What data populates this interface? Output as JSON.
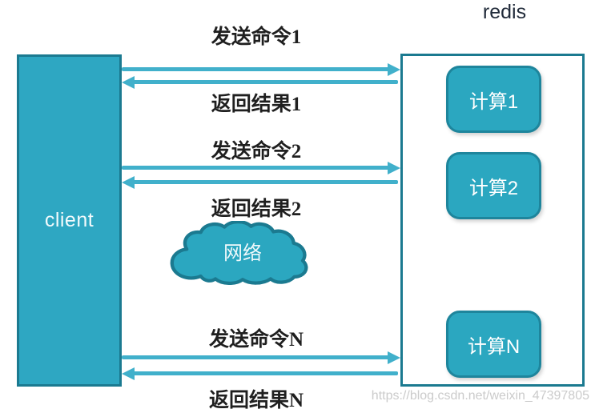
{
  "title": {
    "redis_label": "redis"
  },
  "client": {
    "label": "client"
  },
  "redis": {
    "compute_nodes": [
      {
        "label": "计算1"
      },
      {
        "label": "计算2"
      },
      {
        "label": "计算N"
      }
    ]
  },
  "messages": [
    {
      "label": "发送命令1",
      "direction": "right"
    },
    {
      "label": "返回结果1",
      "direction": "left"
    },
    {
      "label": "发送命令2",
      "direction": "right"
    },
    {
      "label": "返回结果2",
      "direction": "left"
    },
    {
      "label": "发送命令N",
      "direction": "right"
    },
    {
      "label": "返回结果N",
      "direction": "left"
    }
  ],
  "network": {
    "label": "网络"
  },
  "watermark": {
    "text": "https://blog.csdn.net/weixin_47397805"
  },
  "colors": {
    "teal_fill": "#2EA7C2",
    "teal_border": "#1B7A90",
    "arrow": "#41B0CB",
    "node_fill": "#2BA7C0",
    "node_border": "#1E859C",
    "label_text": "#1F1F1F",
    "title_text": "#212B3A",
    "watermark_text": "#CBCBCB",
    "box_text": "#F2FAFC"
  }
}
